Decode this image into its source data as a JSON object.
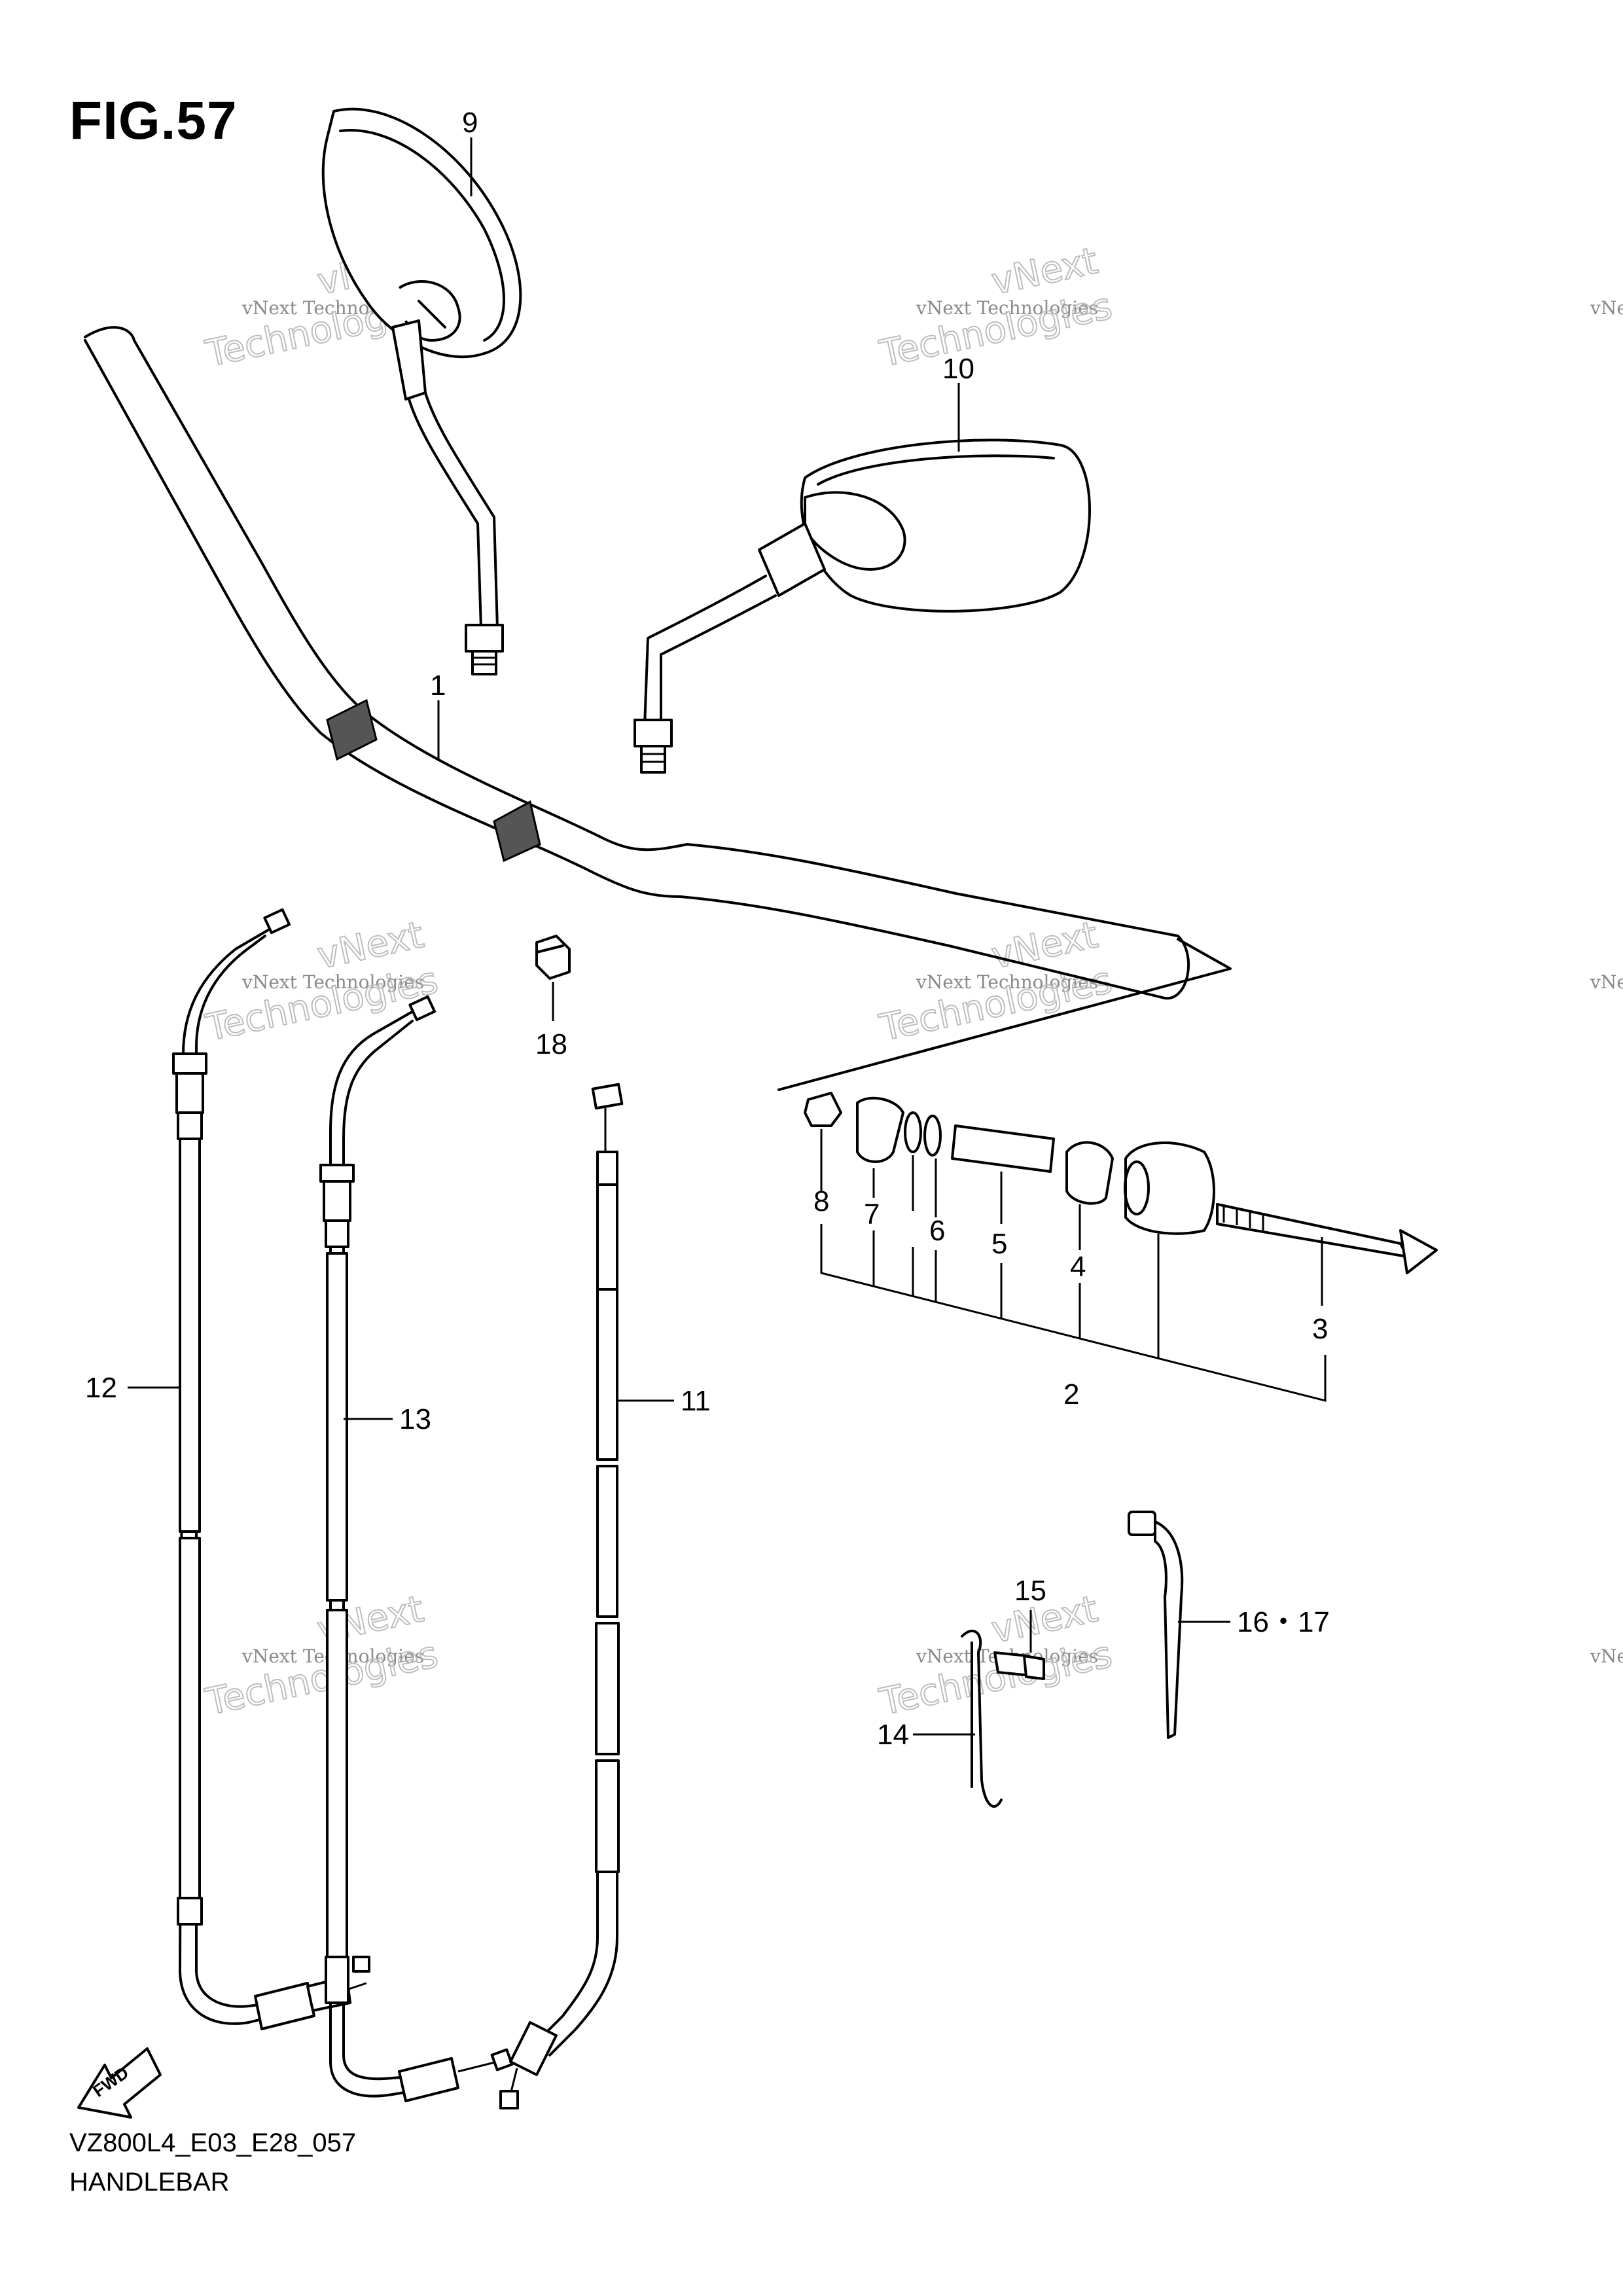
{
  "figure": {
    "title": "FIG.57",
    "model_code": "VZ800L4_E03_E28_057",
    "caption": "HANDLEBAR"
  },
  "fwd_badge": "FWD",
  "callouts": [
    {
      "id": "1",
      "label": "1"
    },
    {
      "id": "2",
      "label": "2"
    },
    {
      "id": "3",
      "label": "3"
    },
    {
      "id": "4",
      "label": "4"
    },
    {
      "id": "5",
      "label": "5"
    },
    {
      "id": "6",
      "label": "6"
    },
    {
      "id": "7",
      "label": "7"
    },
    {
      "id": "8",
      "label": "8"
    },
    {
      "id": "9",
      "label": "9"
    },
    {
      "id": "10",
      "label": "10"
    },
    {
      "id": "11",
      "label": "11"
    },
    {
      "id": "12",
      "label": "12"
    },
    {
      "id": "13",
      "label": "13"
    },
    {
      "id": "14",
      "label": "14"
    },
    {
      "id": "15",
      "label": "15"
    },
    {
      "id": "16_17",
      "label": "16・17"
    },
    {
      "id": "18",
      "label": "18"
    }
  ],
  "watermark": {
    "line1": "vNext Technologies",
    "line2a": "vNext",
    "line2b": "Technologies"
  }
}
